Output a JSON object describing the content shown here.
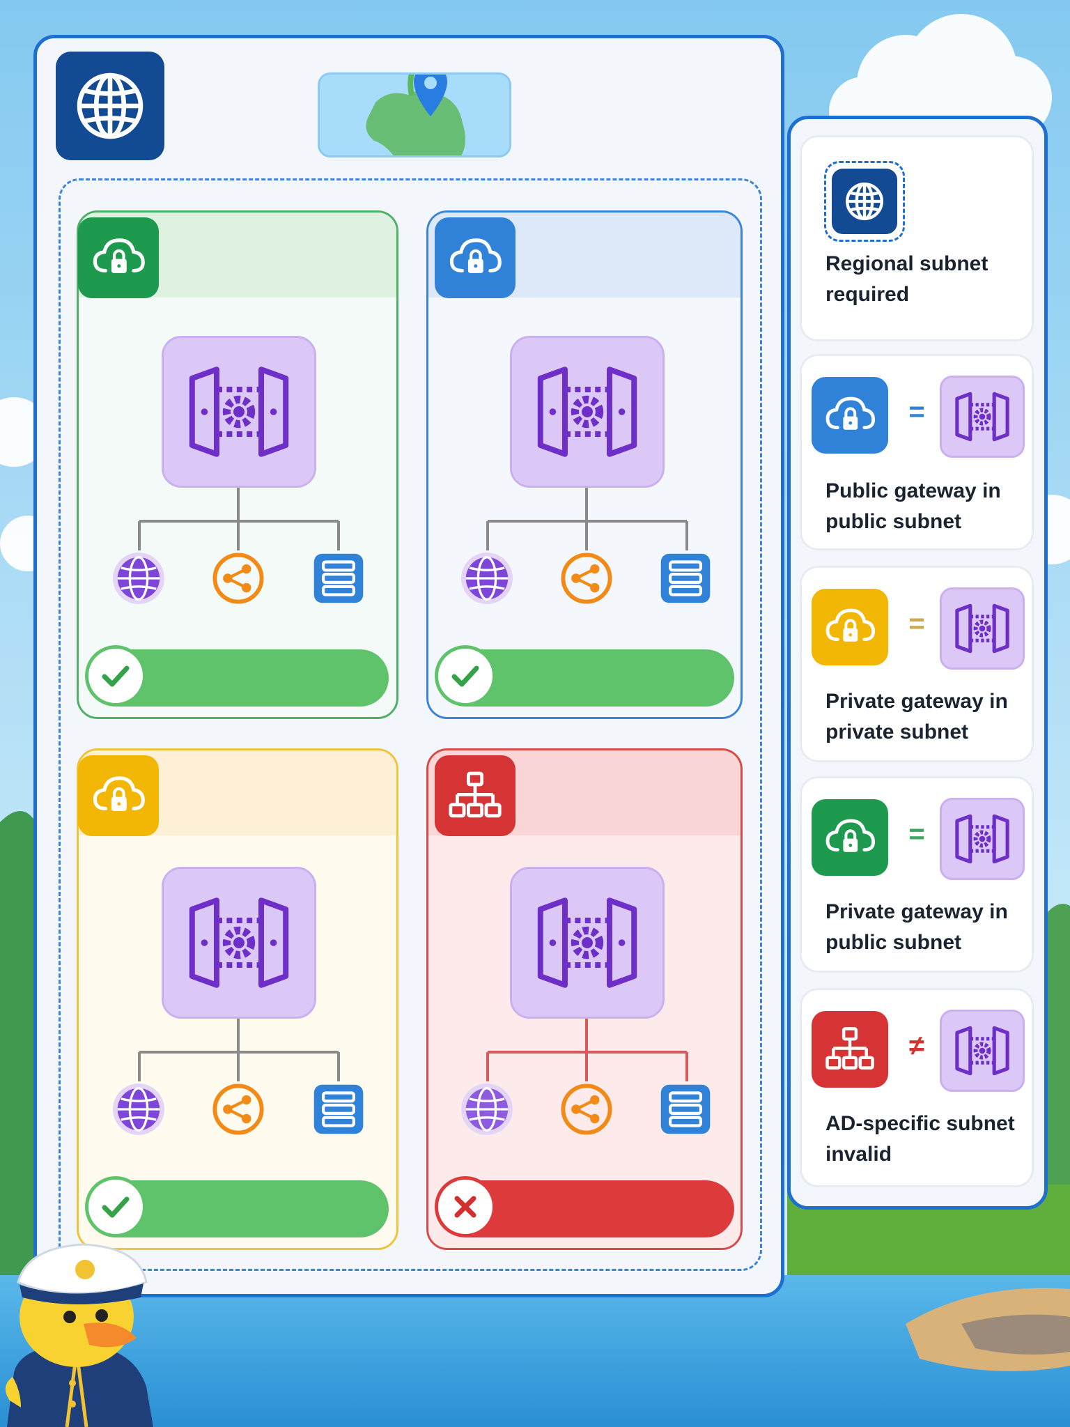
{
  "title": "",
  "colors": {
    "frame_blue": "#1f6fd0",
    "gateway_purple": "#7a3fd0",
    "gateway_tile": "#dcc8f6",
    "public_blue": "#2f82d8",
    "private_yellow": "#f2b705",
    "private_green": "#1e9a4f",
    "invalid_red": "#d63434",
    "ok_green": "#5fc36b",
    "resource_orange": "#f28a17"
  },
  "header": {
    "globe_icon": "globe-icon",
    "region_icon": "map-pin-icon"
  },
  "cards": [
    {
      "badge": "cloud-lock-icon",
      "accent": "#1e9a4f",
      "status": "valid",
      "status_icon": "check-icon"
    },
    {
      "badge": "cloud-lock-icon",
      "accent": "#2f82d8",
      "status": "valid",
      "status_icon": "check-icon"
    },
    {
      "badge": "cloud-lock-icon",
      "accent": "#f2b705",
      "status": "valid",
      "status_icon": "check-icon"
    },
    {
      "badge": "network-tree-icon",
      "accent": "#d63434",
      "status": "invalid",
      "status_icon": "cross-icon"
    }
  ],
  "resource_icons": [
    "globe-icon",
    "share-icon",
    "server-icon"
  ],
  "legend": [
    {
      "text": "Regional subnet\nrequired",
      "icon": "globe-icon"
    },
    {
      "text": "Public gateway in\n public subnet",
      "symbol": "=",
      "icon": "cloud-lock-icon"
    },
    {
      "text": "Private gateway in\n private subnet",
      "symbol": "=",
      "icon": "cloud-lock-icon"
    },
    {
      "text": "Private gateway in\n public subnet",
      "symbol": "=",
      "icon": "cloud-lock-icon"
    },
    {
      "text": "AD-specific subnet\ninvalid",
      "symbol": "≠",
      "icon": "network-tree-icon"
    }
  ]
}
